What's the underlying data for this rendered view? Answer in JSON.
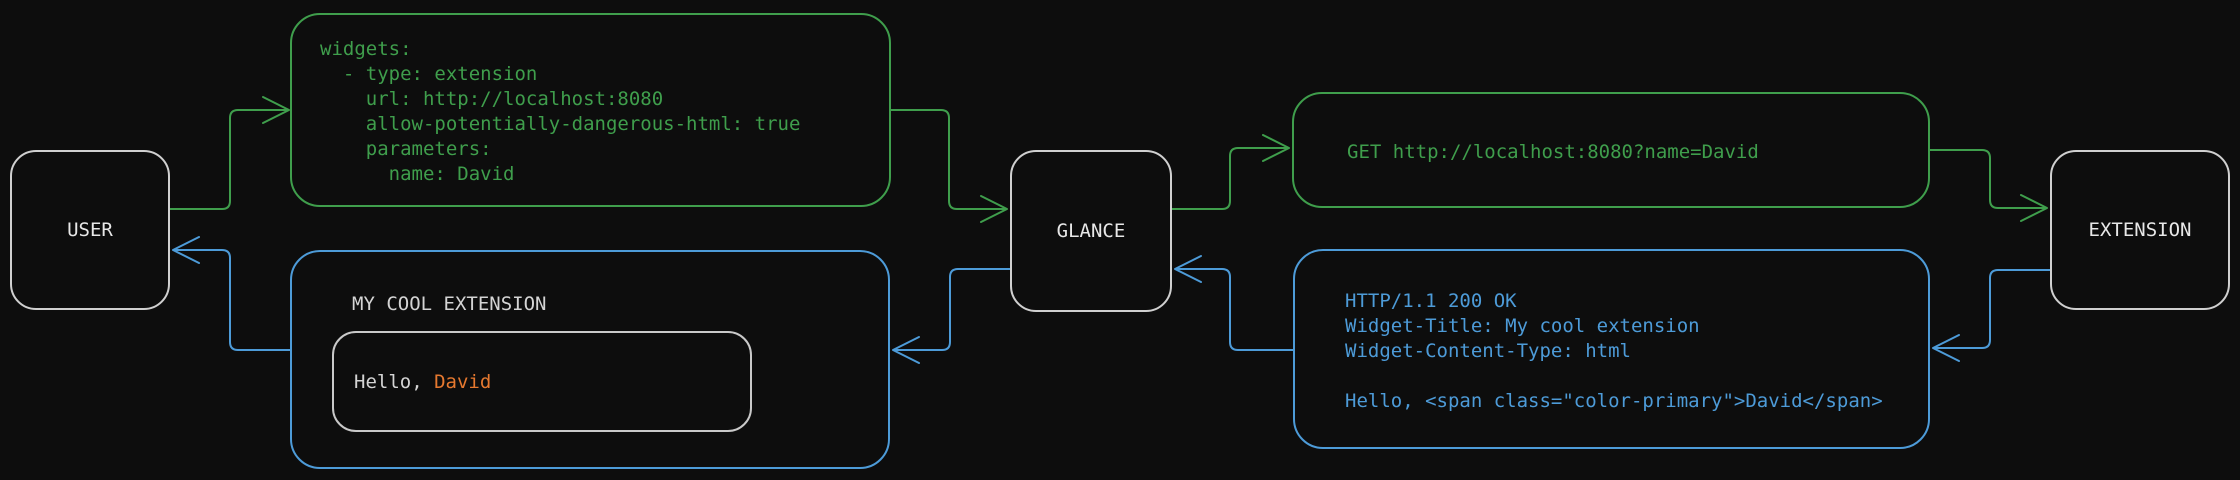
{
  "colors": {
    "background": "#0d0d0d",
    "green": "#3f9e4c",
    "blue": "#4d9bd8",
    "orange": "#e5782f",
    "node_border": "#d0d0d0",
    "text_light": "#d4d4d4"
  },
  "nodes": {
    "user": {
      "label": "USER"
    },
    "glance": {
      "label": "GLANCE"
    },
    "extension": {
      "label": "EXTENSION"
    }
  },
  "config_box": {
    "code": "widgets:\n  - type: extension\n    url: http://localhost:8080\n    allow-potentially-dangerous-html: true\n    parameters:\n      name: David"
  },
  "request_box": {
    "code": "GET http://localhost:8080?name=David"
  },
  "response_box": {
    "code": "HTTP/1.1 200 OK\nWidget-Title: My cool extension\nWidget-Content-Type: html\n\nHello, <span class=\"color-primary\">David</span>"
  },
  "widget_box": {
    "title": "MY COOL EXTENSION",
    "greeting_prefix": "Hello, ",
    "greeting_name": "David"
  }
}
